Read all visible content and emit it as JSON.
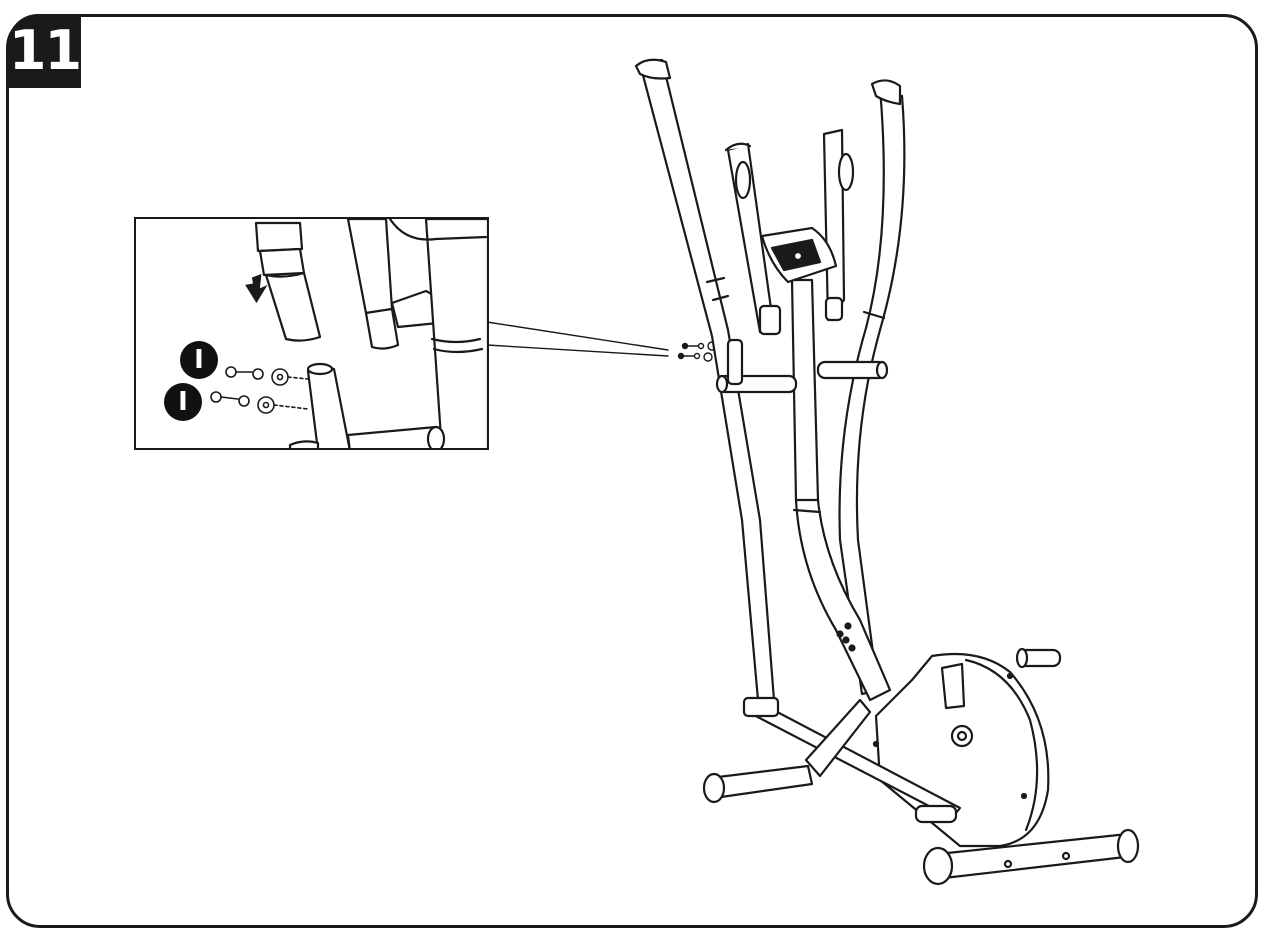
{
  "step": {
    "number": "11"
  },
  "callouts": [
    {
      "label": "I"
    },
    {
      "label": "I"
    }
  ],
  "colors": {
    "ink": "#1a1a1a",
    "paper": "#ffffff",
    "tube_fill": "#f4f4f4"
  },
  "icons": {
    "down_arrow": "down-arrow-icon"
  }
}
